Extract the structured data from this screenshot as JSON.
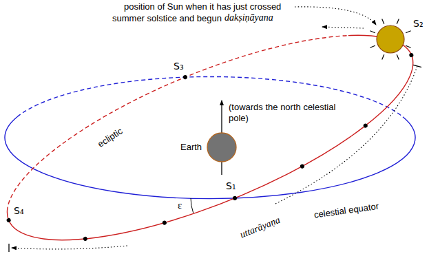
{
  "diagram": {
    "labels": [
      "position of Sun when it has just crossed",
      "summer solstice and begun",
      "dakṣiṇāyana",
      "S₂",
      "S₃",
      "(towards the north celestial pole)",
      "ecliptic",
      "Earth",
      "S₁",
      "celestial equator",
      "S₄",
      "ε",
      "uttarāyaṇa"
    ]
  }
}
